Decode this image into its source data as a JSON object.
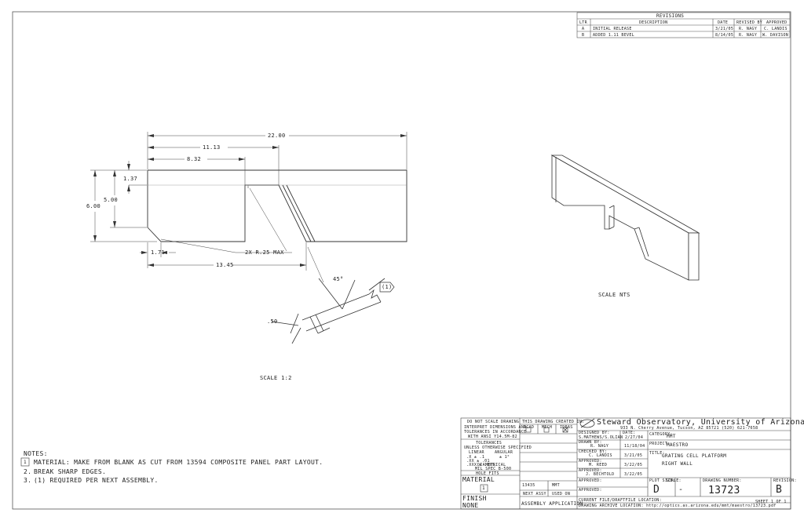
{
  "revisions": {
    "title": "REVISIONS",
    "headers": [
      "LTR",
      "DESCRIPTION",
      "DATE",
      "REVISED BY",
      "APPROVED"
    ],
    "rows": [
      [
        "A",
        "INITIAL RELEASE",
        "3/21/05",
        "R. NAGY",
        "C. LANDIS"
      ],
      [
        "B",
        "ADDED 1.11 BEVEL",
        "8/14/05",
        "R. NAGY",
        "W. DAVISON"
      ]
    ]
  },
  "front_view": {
    "dims": {
      "overall": "22.00",
      "d1": "11.13",
      "d2": "8.32",
      "d3": "1.37",
      "d4": "5.00",
      "d5": "6.00",
      "d6": "1.71",
      "d7": "13.45",
      "radius": "2X R.25 MAX"
    },
    "scale": "SCALE 1:2"
  },
  "detail": {
    "angle": "45°",
    "thickness": ".50",
    "ref": "(1)"
  },
  "iso_view": {
    "scale": "SCALE NTS"
  },
  "notes": {
    "heading": "NOTES:",
    "items": [
      {
        "marker": "1",
        "text": "MATERIAL: MAKE FROM BLANK AS CUT FROM 13594 COMPOSITE PANEL PART LAYOUT."
      },
      {
        "marker": "2.",
        "text": "BREAK SHARP EDGES."
      },
      {
        "marker": "3.",
        "text": "(1) REQUIRED PER NEXT ASSEMBLY."
      }
    ]
  },
  "title_block": {
    "do_not_scale": "DO NOT SCALE DRAWING",
    "interpret_1": "INTERPRET DIMENSIONS AND",
    "interpret_2": "TOLERANCES IN ACCORDANCE",
    "interpret_3": "WITH ANSI Y14.5M-82",
    "tolerances": "TOLERANCES",
    "unless": "UNLESS OTHERWISE SPECIFIED",
    "linear": "LINEAR",
    "angular": "ANGULAR",
    "tol_x": ".X   ± .1",
    "tol_xx": ".XX  ± .01",
    "tol_xxx": ".XXX ± .005",
    "tol_ang": "± 1°",
    "diametral": "DIAMETRICAL",
    "mil_spec": "MIL SPEC B-500",
    "hole_fits": "HOLE FITS",
    "material_label": "MATERIAL",
    "material_marker": "1",
    "finish_label": "FINISH",
    "finish_value": "NONE",
    "created_in": "THIS DRAWING CREATED IN:",
    "acad": "ACAD",
    "mech": "MECH",
    "ideas": "IDEAS",
    "next_assy_num": "13435",
    "next_assy_proj": "MMT",
    "next_assy": "NEXT ASSY",
    "used_on": "USED ON",
    "application": "ASSEMBLY APPLICATION",
    "org": "Steward Observatory, University of Arizona",
    "address": "933 N. Cherry Avenue, Tucson, AZ  85721    (520) 621-7658",
    "designed_by_label": "DESIGNED BY:",
    "designed_by": "S.MATHEWS/S.OLIAN",
    "designed_date_label": "DATE:",
    "designed_date": "2/27/04",
    "category_label": "CATEGORY:",
    "category": "MMT",
    "drawn_by_label": "DRAWN BY:",
    "drawn_by": "R. NAGY",
    "drawn_date": "11/18/04",
    "project_label": "PROJECT:",
    "project": "MAESTRO",
    "checked_label": "CHECKED BY:",
    "checked_by": "C. LANDIS",
    "checked_date": "3/21/05",
    "title_label": "TITLE:",
    "title_1": "GRATING CELL PLATFORM",
    "title_2": "RIGHT WALL",
    "approved_label": "APPROVED:",
    "approved_1": "M. REED",
    "approved_1_date": "3/22/05",
    "approved_2": "J. BECHTOLD",
    "approved_2_date": "3/22/05",
    "approved_3_label": "APPROVED:",
    "approved_4_label": "APPROVED:",
    "plot_size_label": "PLOT SIZE:",
    "plot_size": "D",
    "scale_label": "SCALE:",
    "scale": "-",
    "drawing_number_label": "DRAWING NUMBER:",
    "drawing_number": "13723",
    "revision_label": "REVISION:",
    "revision": "B",
    "current_file": "CURRENT FILE/DRAFTFILE LOCATION:",
    "archive": "DRAWING ARCHIVE LOCATION: http://optics.as.arizona.edu/mmt/maestro/13723.pdf",
    "sheet": "SHEET 1 OF 1"
  }
}
